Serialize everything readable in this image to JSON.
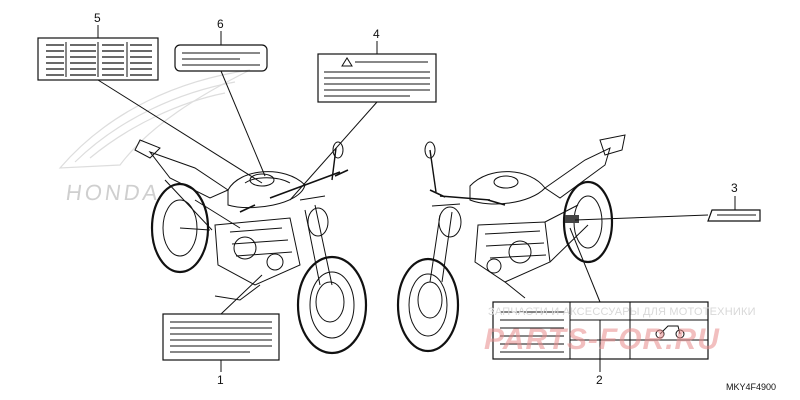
{
  "callouts": {
    "c1": "1",
    "c2": "2",
    "c3": "3",
    "c4": "4",
    "c5": "5",
    "c6": "6"
  },
  "reference_code": "MKY4F4900",
  "watermark": {
    "text": "ЗАПЧАСТИ И АКСЕССУАРЫ ДЛЯ МОТОТЕХНИКИ",
    "logo": "PARTS-FOR.RU"
  },
  "brand_mark": {
    "letters": "HONDA"
  },
  "label_icons": {
    "label_4": "warning-triangle-icon",
    "label_2": "motorcycle-icon"
  },
  "colors": {
    "line": "#111111",
    "watermark_red": "#e98c8c",
    "watermark_grey": "#d8d8d8"
  }
}
